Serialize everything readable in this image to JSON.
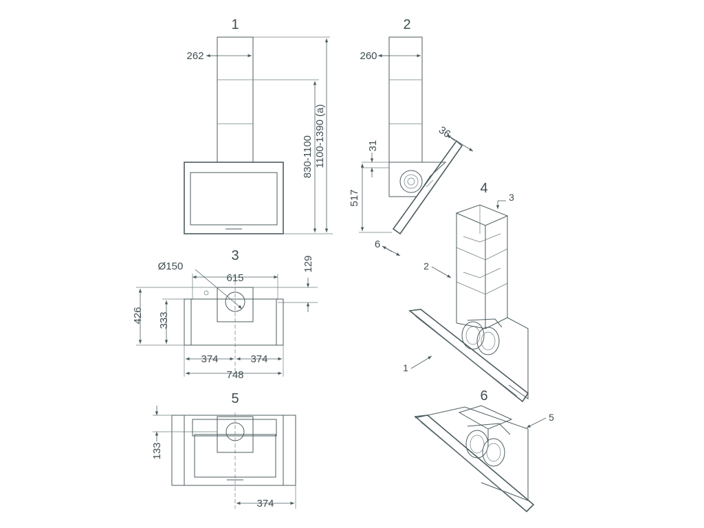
{
  "views": {
    "v1": "1",
    "v2": "2",
    "v3": "3",
    "v4": "4",
    "v5": "5",
    "v6": "6"
  },
  "dims": {
    "d262": "262",
    "d830_1100": "830-1100",
    "d1100_1390": "1100-1390 (a)",
    "d260": "260",
    "d31": "31",
    "d517": "517",
    "d36": "36",
    "d6": "6",
    "d150": "Ø150",
    "d615": "615",
    "d129": "129",
    "d426": "426",
    "d333": "333",
    "d374a": "374",
    "d374b": "374",
    "d748": "748",
    "d133": "133",
    "d374c": "374"
  },
  "callouts": {
    "c3": "3",
    "c2": "2",
    "c1": "1",
    "c5": "5"
  },
  "colors": {
    "line": "#4a5a5e",
    "text": "#3e4d51",
    "background": "#ffffff"
  }
}
